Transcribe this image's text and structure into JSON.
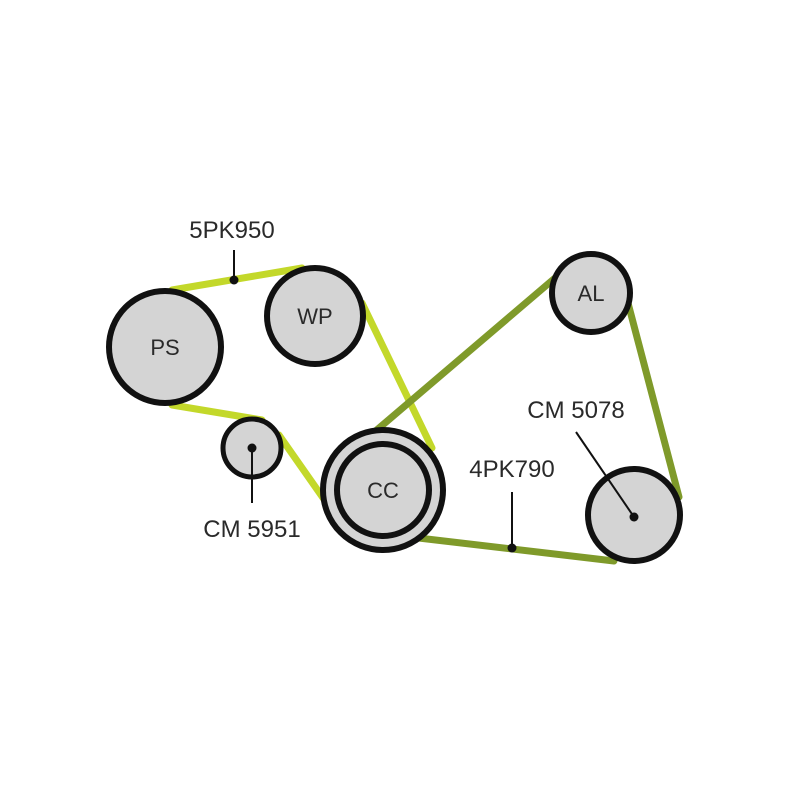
{
  "colors": {
    "belt_5pk": "#c3d82a",
    "belt_4pk": "#7f9a2a",
    "pulley_fill": "#d4d4d4",
    "outline": "#111111"
  },
  "pulleys": {
    "ps": "PS",
    "wp": "WP",
    "cc": "CC",
    "al": "AL"
  },
  "labels": {
    "belt_a": "5PK950",
    "belt_b": "4PK790",
    "idler": "CM 5951",
    "tensioner": "CM 5078"
  }
}
